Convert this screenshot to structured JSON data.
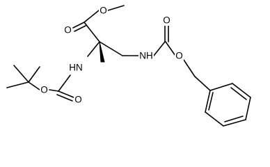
{
  "molecule": {
    "atoms": [
      {
        "id": "o_ester_methyl",
        "label": "O"
      },
      {
        "id": "o_ester_carbonyl",
        "label": "O"
      },
      {
        "id": "n_cbz",
        "label": "NH"
      },
      {
        "id": "o_cbz_carbonyl",
        "label": "O"
      },
      {
        "id": "o_cbz_ether",
        "label": "O"
      },
      {
        "id": "n_boc",
        "label": "HN"
      },
      {
        "id": "o_boc_ether",
        "label": "O"
      },
      {
        "id": "o_boc_carbonyl",
        "label": "O"
      }
    ]
  }
}
